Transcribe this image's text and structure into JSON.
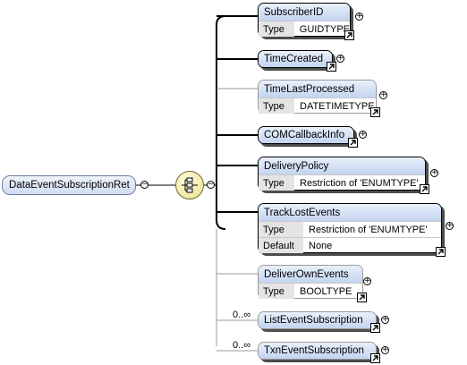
{
  "root": {
    "name": "DataEventSubscriptionRet"
  },
  "sequence_icon": "sequence-compositor-icon",
  "elements": [
    {
      "name": "SubscriberID",
      "rows": [
        [
          "Type",
          "GUIDTYPE"
        ]
      ]
    },
    {
      "name": "TimeCreated",
      "rows": []
    },
    {
      "name": "TimeLastProcessed",
      "rows": [
        [
          "Type",
          "DATETIMETYPE"
        ]
      ]
    },
    {
      "name": "COMCallbackInfo",
      "rows": []
    },
    {
      "name": "DeliveryPolicy",
      "rows": [
        [
          "Type",
          "Restriction of 'ENUMTYPE'"
        ]
      ]
    },
    {
      "name": "TrackLostEvents",
      "rows": [
        [
          "Type",
          "Restriction of 'ENUMTYPE'"
        ],
        [
          "Default",
          "None"
        ]
      ]
    },
    {
      "name": "DeliverOwnEvents",
      "rows": [
        [
          "Type",
          "BOOLTYPE"
        ]
      ]
    },
    {
      "name": "ListEventSubscription",
      "rows": [],
      "cardinality": "0..∞"
    },
    {
      "name": "TxnEventSubscription",
      "rows": [],
      "cardinality": "0..∞"
    }
  ]
}
